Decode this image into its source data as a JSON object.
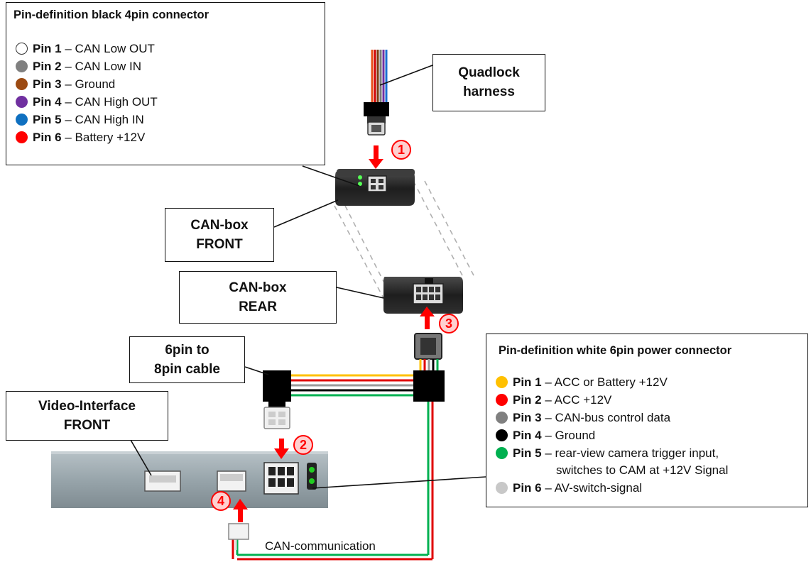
{
  "black_connector": {
    "title": "Pin-definition black 4pin connector",
    "pins": [
      {
        "pin": "Pin 1",
        "desc": "– CAN Low OUT",
        "color": "#ffffff"
      },
      {
        "pin": "Pin 2",
        "desc": "– CAN Low IN",
        "color": "#808080"
      },
      {
        "pin": "Pin 3",
        "desc": "– Ground",
        "color": "#9c4a12"
      },
      {
        "pin": "Pin 4",
        "desc": "– CAN High OUT",
        "color": "#7030a0"
      },
      {
        "pin": "Pin 5",
        "desc": "– CAN High IN",
        "color": "#0f70c0"
      },
      {
        "pin": "Pin 6",
        "desc": "– Battery +12V",
        "color": "#ff0000"
      }
    ]
  },
  "white_connector": {
    "title": "Pin-definition white 6pin power connector",
    "pins": [
      {
        "pin": "Pin 1",
        "desc": "– ACC or Battery +12V",
        "desc2": "",
        "color": "#ffc000"
      },
      {
        "pin": "Pin 2",
        "desc": "– ACC +12V",
        "desc2": "",
        "color": "#ff0000"
      },
      {
        "pin": "Pin 3",
        "desc": "– CAN-bus control data",
        "desc2": "",
        "color": "#808080"
      },
      {
        "pin": "Pin 4",
        "desc": "– Ground",
        "desc2": "",
        "color": "#000000"
      },
      {
        "pin": "Pin 5",
        "desc": "– rear-view camera trigger input,",
        "desc2": "switches to CAM at +12V Signal",
        "color": "#00b050"
      },
      {
        "pin": "Pin 6",
        "desc": "– AV-switch-signal",
        "desc2": "",
        "color": "#c8c8c8"
      }
    ]
  },
  "labels": {
    "quadlock": [
      "Quadlock",
      "harness"
    ],
    "canbox_front": [
      "CAN-box",
      "FRONT"
    ],
    "canbox_rear": [
      "CAN-box",
      "REAR"
    ],
    "cable": [
      "6pin to",
      "8pin cable"
    ],
    "video_interface": [
      "Video-Interface",
      "FRONT"
    ],
    "can_communication": "CAN-communication"
  },
  "markers": [
    "1",
    "2",
    "3",
    "4"
  ],
  "colors": {
    "arrow": "#ff0000",
    "marker_fill": "#ffd0d0",
    "device_gray": "#9aa7ad",
    "can_box": "#2a2a2a",
    "wire_yellow": "#ffc000",
    "wire_red": "#e00000",
    "wire_green": "#00b050",
    "wire_gray": "#9a9a9a"
  }
}
